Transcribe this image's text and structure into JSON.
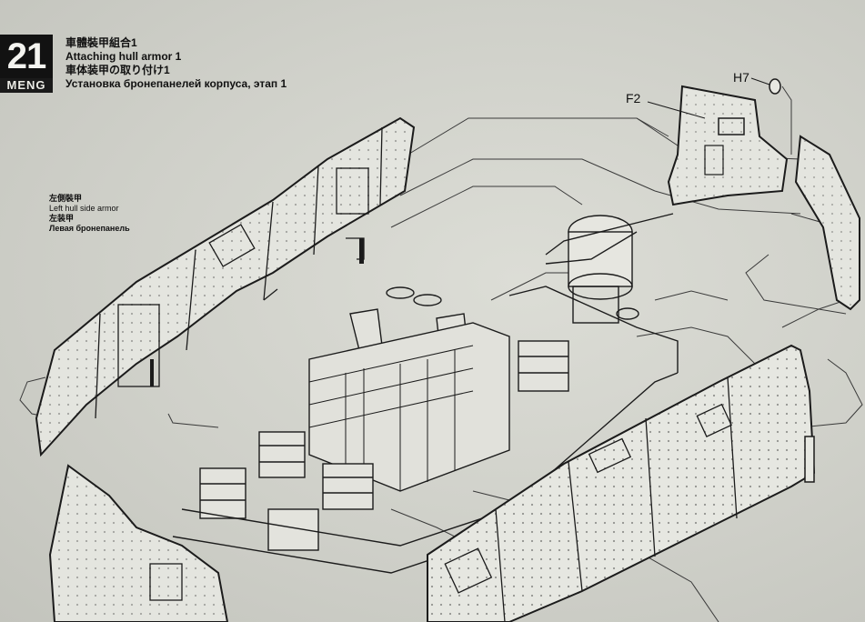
{
  "step": {
    "number": "21",
    "brand": "MENG",
    "title_jp": "車體裝甲組合1",
    "title_en": "Attaching hull armor 1",
    "title_cn": "車体装甲の取り付け1",
    "title_ru": "Установка бронепанелей корпуса, этап 1"
  },
  "callout": {
    "jp": "左側裝甲",
    "en": "Left hull side armor",
    "cn": "左装甲",
    "ru": "Левая бронепанель"
  },
  "parts": {
    "f2": "F2",
    "h7": "H7"
  },
  "colors": {
    "paper": "#d6d7d0",
    "ink": "#1b1b1b",
    "step_box": "#121212"
  }
}
